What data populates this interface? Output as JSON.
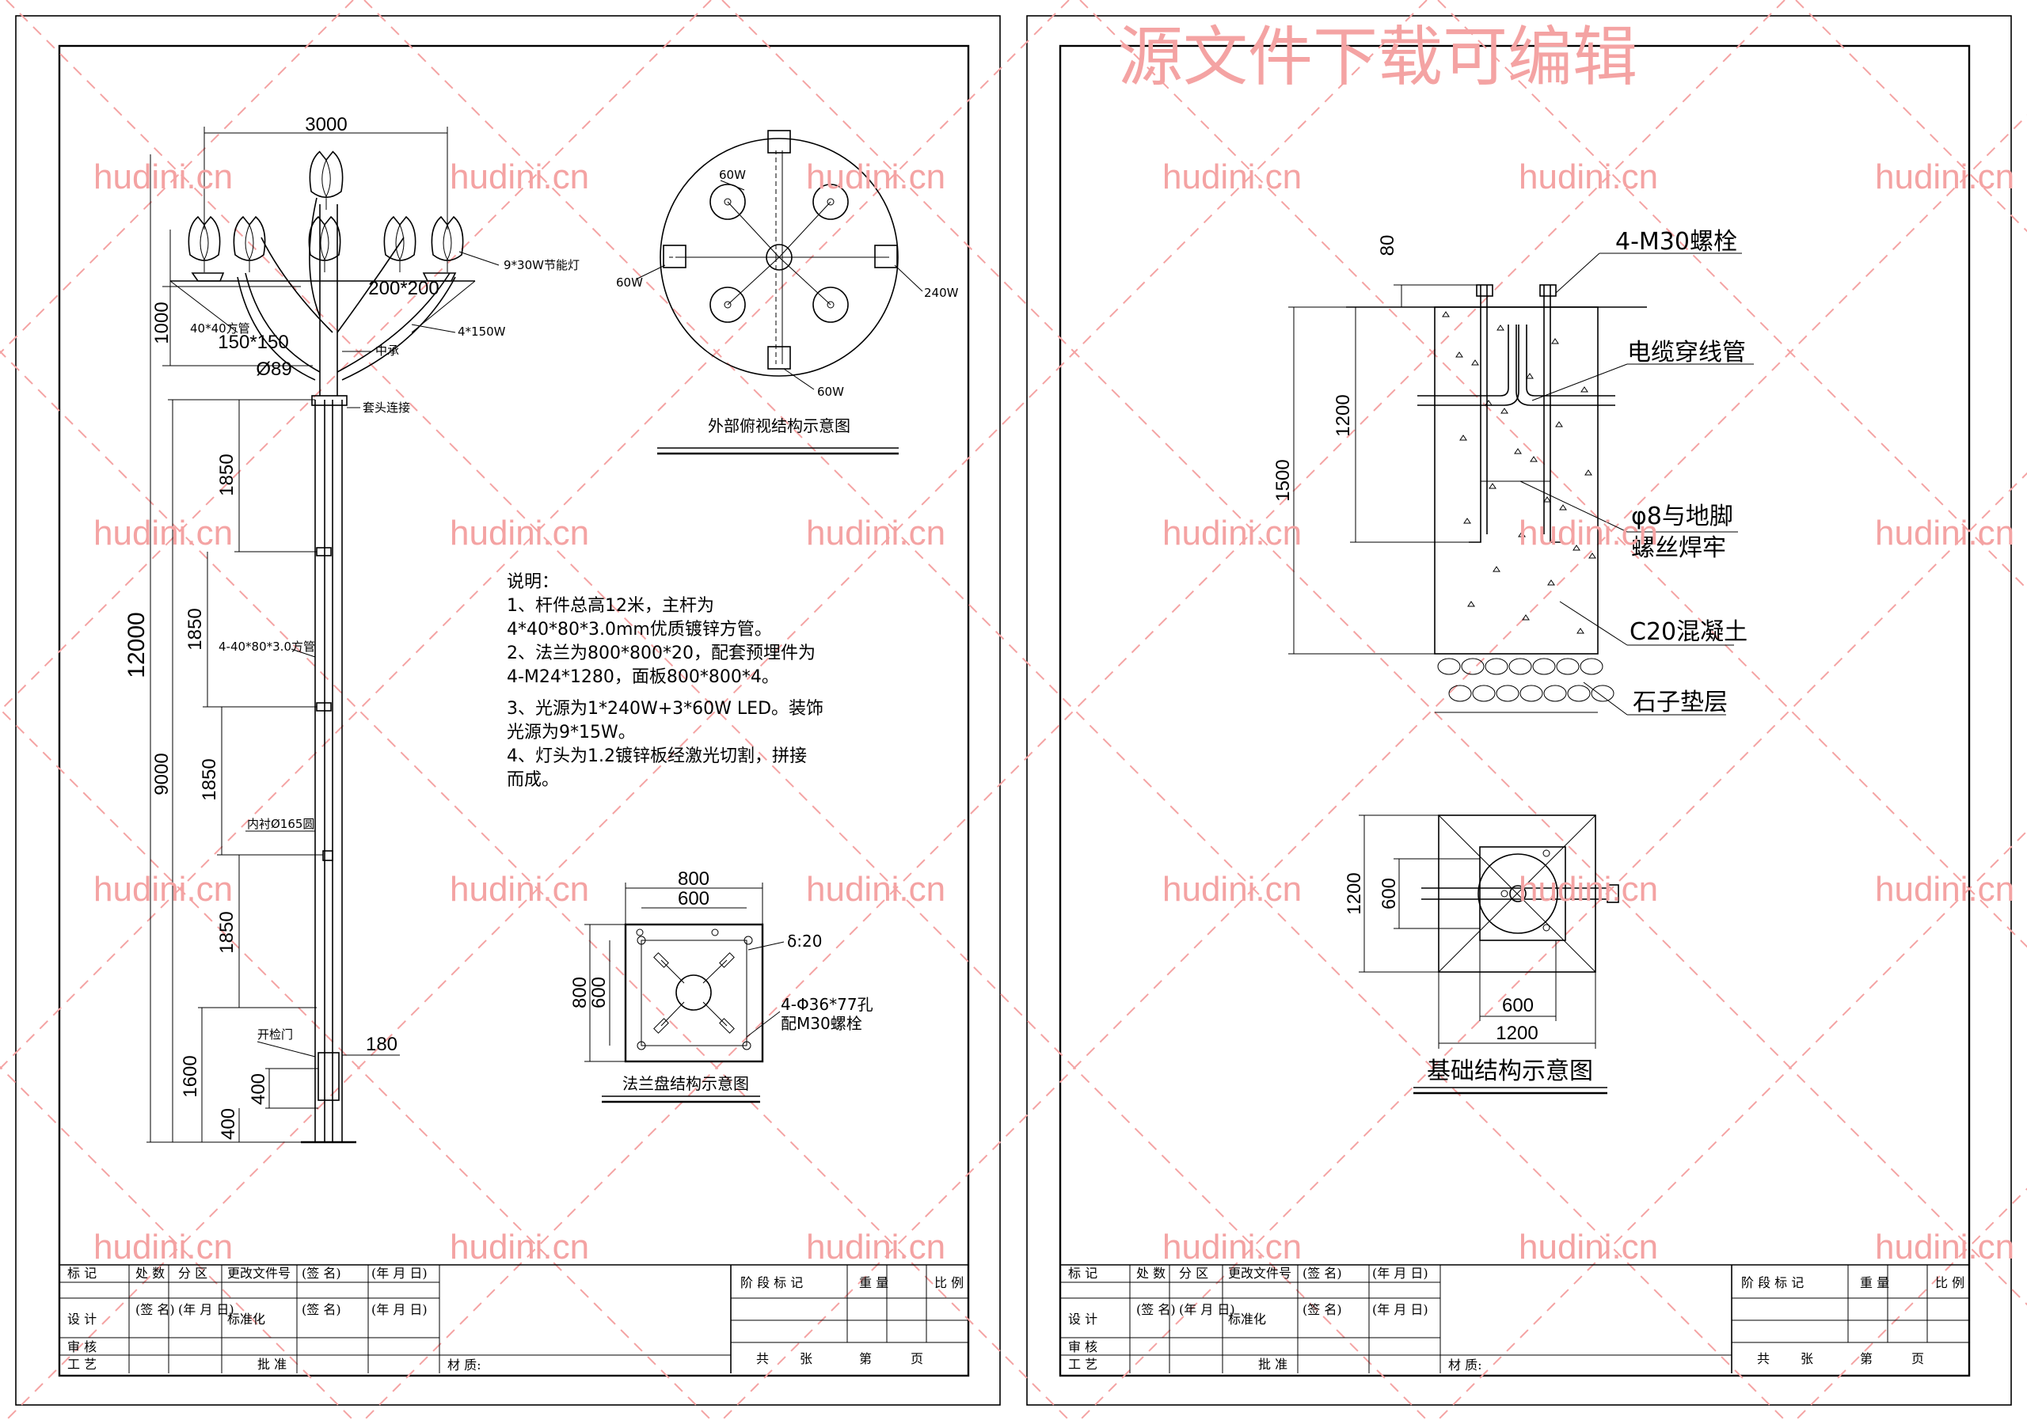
{
  "watermark": {
    "title": "源文件下载可编辑",
    "text": "hudini.cn"
  },
  "sheet1": {
    "pole_elevation": {
      "dims": {
        "top_width": "3000",
        "head_height": "1000",
        "total_height": "12000",
        "lower_height": "9000",
        "seg1": "1850",
        "seg2": "1850",
        "seg3": "1850",
        "seg4": "1850",
        "base_1600": "1600",
        "base_400a": "400",
        "base_400b": "400",
        "arm_200": "200*200",
        "arm_150": "150*150",
        "pipe_89": "Ø89",
        "door_180": "180"
      },
      "labels": {
        "lamp_9x30": "9*30W节能灯",
        "square_40": "40*40方管",
        "lamp_4x150": "4*150W",
        "center": "中承",
        "joint": "套头连接",
        "main_tube": "4-40*80*3.0方管",
        "inner_tube": "内衬Ø165圆",
        "door": "开检门"
      }
    },
    "top_view": {
      "title": "外部俯视结构示意图",
      "labels": {
        "w60_top": "60W",
        "w60_left": "60W",
        "w240": "240W",
        "w60_bottom": "60W"
      }
    },
    "notes": {
      "heading": "说明：",
      "lines": [
        "1、杆件总高12米，主杆为",
        "4*40*80*3.0mm优质镀锌方管。",
        "2、法兰为800*800*20，配套预埋件为",
        "4-M24*1280，面板800*800*4。",
        "3、光源为1*240W+3*60W LED。装饰",
        "光源为9*15W。",
        "4、灯头为1.2镀锌板经激光切割，拼接",
        "而成。"
      ]
    },
    "flange": {
      "title": "法兰盘结构示意图",
      "dims": {
        "w800": "800",
        "w600": "600",
        "h800": "800",
        "h600": "600"
      },
      "labels": {
        "thickness": "δ:20",
        "holes": "4-Φ36*77孔",
        "bolts": "配M30螺栓"
      }
    }
  },
  "sheet2": {
    "foundation_section": {
      "dims": {
        "d80": "80",
        "d1200": "1200",
        "d1500": "1500"
      },
      "labels": {
        "bolts": "4-M30螺栓",
        "cable": "电缆穿线管",
        "phi8_a": "φ8与地脚",
        "phi8_b": "螺丝焊牢",
        "concrete": "C20混凝土",
        "gravel": "石子垫层"
      }
    },
    "foundation_plan": {
      "title": "基础结构示意图",
      "dims": {
        "h1200": "1200",
        "h600": "600",
        "w600": "600",
        "w1200": "1200"
      }
    }
  },
  "title_block": {
    "row1": [
      "标 记",
      "处 数",
      "分 区",
      "更改文件号",
      "(签 名)",
      "(年 月 日)"
    ],
    "row2": [
      "设 计",
      "(签 名)",
      "(年 月 日)",
      "标准化",
      "(签 名)",
      "(年 月 日)"
    ],
    "row3": [
      "审 核"
    ],
    "row4": [
      "工 艺",
      "批 准"
    ],
    "material": "材 质:",
    "stage_header": [
      "阶 段 标 记",
      "重 量",
      "比 例"
    ],
    "pages": [
      "共",
      "张",
      "第",
      "页"
    ]
  }
}
